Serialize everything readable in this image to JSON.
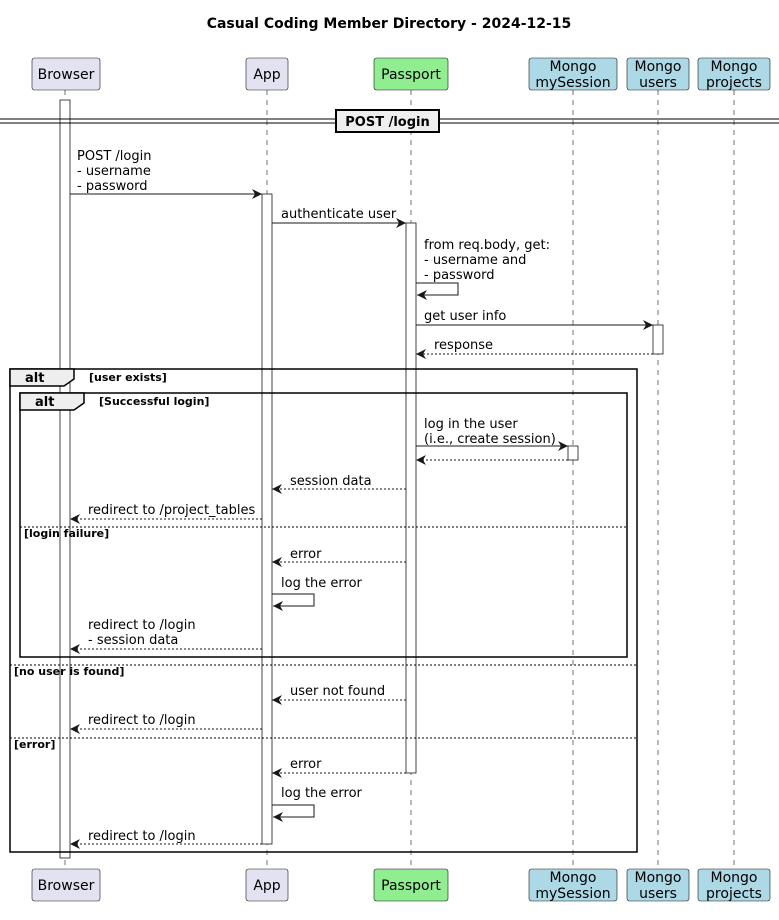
{
  "title": "Casual Coding Member Directory - 2024-12-15",
  "participants": [
    {
      "id": "browser",
      "lines": [
        "Browser"
      ],
      "fill": "#E2E2F0"
    },
    {
      "id": "app",
      "lines": [
        "App"
      ],
      "fill": "#E2E2F0"
    },
    {
      "id": "passport",
      "lines": [
        "Passport"
      ],
      "fill": "#90EE90"
    },
    {
      "id": "mysession",
      "lines": [
        "Mongo",
        "mySession"
      ],
      "fill": "#ADD8E6"
    },
    {
      "id": "users",
      "lines": [
        "Mongo",
        "users"
      ],
      "fill": "#ADD8E6"
    },
    {
      "id": "projects",
      "lines": [
        "Mongo",
        "projects"
      ],
      "fill": "#ADD8E6"
    }
  ],
  "divider": "POST /login",
  "messages": [
    {
      "from": "browser",
      "to": "app",
      "lines": [
        "POST /login",
        "- username",
        "- password"
      ],
      "dashed": false
    },
    {
      "from": "app",
      "to": "passport",
      "lines": [
        "authenticate user"
      ],
      "dashed": false
    },
    {
      "from": "passport",
      "to": "passport",
      "lines": [
        "from req.body, get:",
        "- username and",
        "- password"
      ],
      "dashed": false
    },
    {
      "from": "passport",
      "to": "users",
      "lines": [
        "get user info"
      ],
      "dashed": false
    },
    {
      "from": "users",
      "to": "passport",
      "lines": [
        "response"
      ],
      "dashed": true
    },
    {
      "from": "passport",
      "to": "mysession",
      "lines": [
        "log in the user",
        "(i.e., create session)"
      ],
      "dashed": false
    },
    {
      "from": "mysession",
      "to": "passport",
      "lines": [],
      "dashed": true
    },
    {
      "from": "passport",
      "to": "app",
      "lines": [
        "session data"
      ],
      "dashed": true
    },
    {
      "from": "app",
      "to": "browser",
      "lines": [
        "redirect to /project_tables"
      ],
      "dashed": true
    },
    {
      "from": "passport",
      "to": "app",
      "lines": [
        "error"
      ],
      "dashed": true
    },
    {
      "from": "app",
      "to": "app",
      "lines": [
        "log the error"
      ],
      "dashed": false
    },
    {
      "from": "app",
      "to": "browser",
      "lines": [
        "redirect to /login",
        "- session data"
      ],
      "dashed": true
    },
    {
      "from": "passport",
      "to": "app",
      "lines": [
        "user not found"
      ],
      "dashed": true
    },
    {
      "from": "app",
      "to": "browser",
      "lines": [
        "redirect to /login"
      ],
      "dashed": true
    },
    {
      "from": "passport",
      "to": "app",
      "lines": [
        "error"
      ],
      "dashed": true
    },
    {
      "from": "app",
      "to": "app",
      "lines": [
        "log the error"
      ],
      "dashed": false
    },
    {
      "from": "app",
      "to": "browser",
      "lines": [
        "redirect to /login"
      ],
      "dashed": true
    }
  ],
  "fragments": [
    {
      "id": "outer",
      "tag": "alt",
      "guards": [
        "[user exists]",
        "[no user is found]",
        "[error]"
      ]
    },
    {
      "id": "inner",
      "tag": "alt",
      "guards": [
        "[Successful login]",
        "[login failure]"
      ]
    }
  ]
}
